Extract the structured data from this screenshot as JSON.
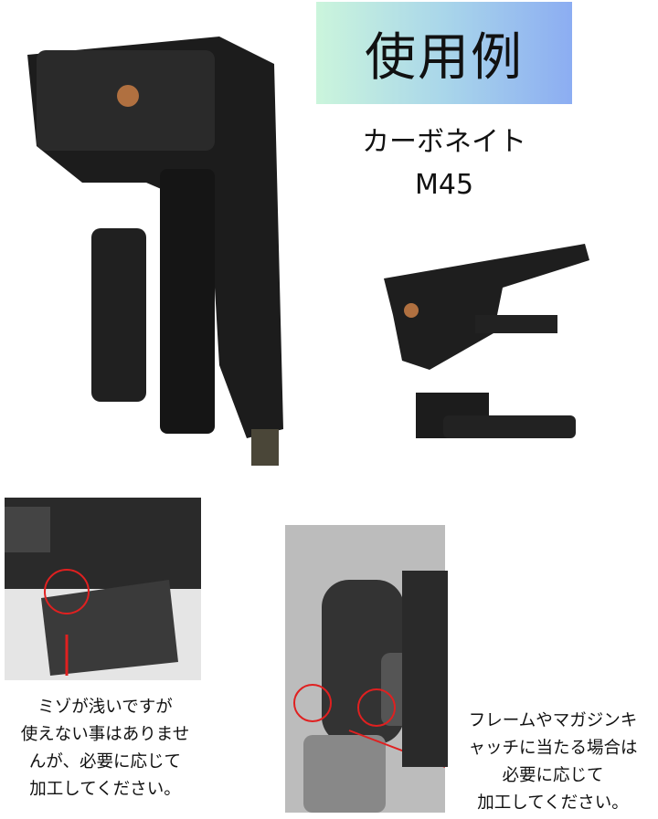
{
  "header": {
    "title": "使用例",
    "product_name": "カーボネイト",
    "model": "M45"
  },
  "captions": {
    "left": [
      "ミゾが浅いですが",
      "使えない事はありませ",
      "んが、必要に応じて",
      "加工してください。"
    ],
    "right": [
      "フレームやマガジンキ",
      "ャッチに当たる場合は",
      "必要に応じて",
      "加工してください。"
    ]
  },
  "colors": {
    "banner_start": "#cbf5dc",
    "banner_end": "#8cadf2",
    "highlight": "#e02020"
  }
}
